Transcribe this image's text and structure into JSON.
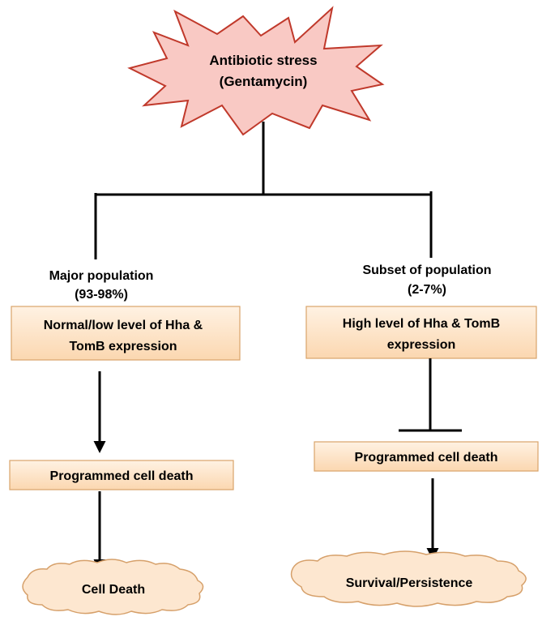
{
  "stress": {
    "line1": "Antibiotic stress",
    "line2": "(Gentamycin)"
  },
  "left": {
    "population_label": "Major population",
    "population_pct": "(93-98%)",
    "expression_line1": "Normal/low level of Hha &",
    "expression_line2": "TomB expression",
    "pcd": "Programmed cell death",
    "outcome": "Cell Death"
  },
  "right": {
    "population_label": "Subset of population",
    "population_pct": "(2-7%)",
    "expression_line1": "High level of Hha & TomB",
    "expression_line2": "expression",
    "pcd": "Programmed cell death",
    "outcome": "Survival/Persistence"
  },
  "colors": {
    "starburst_fill": "#f9c9c4",
    "starburst_stroke": "#c0392b",
    "box_fill": "#fde4c9",
    "box_stroke": "#d9a46a",
    "cloud_fill": "#fde7d0",
    "cloud_stroke": "#d6a06a"
  }
}
